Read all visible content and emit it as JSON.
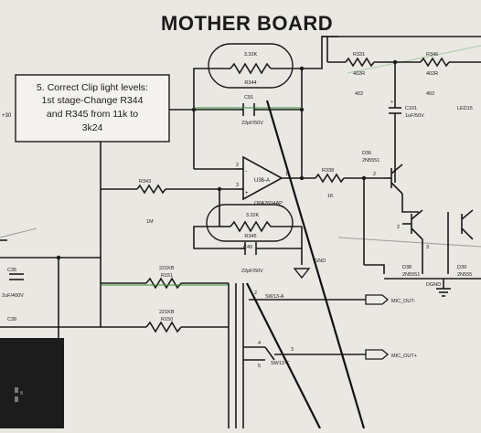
{
  "title": "MOTHER BOARD",
  "note": {
    "lines": [
      "5. Correct Clip light levels:",
      "1st stage-Change R344",
      "and R345 from 11k to",
      "3k24"
    ]
  },
  "edge_labels": {
    "plus_30": "+30"
  },
  "opamp": {
    "ref": "U36-A",
    "part": "OPA2604AP",
    "pin_minus": "2",
    "pin_plus": "3",
    "pin_out": "1",
    "sym_minus": "-",
    "sym_plus": "+"
  },
  "r344": {
    "value": "3.32K",
    "ref": "R344"
  },
  "r345": {
    "value": "3.32K",
    "ref": "R345"
  },
  "c91": {
    "ref": "C91",
    "value": "22pF/50V"
  },
  "c49": {
    "ref": "C49",
    "value": "22pF/50V"
  },
  "r343": {
    "ref": "R343",
    "value": "1M"
  },
  "r338": {
    "ref": "R338",
    "value": "1K"
  },
  "r331": {
    "ref": "R331",
    "value": "402R",
    "extra": "402"
  },
  "r346": {
    "ref": "R346",
    "value": "402R",
    "extra": "402"
  },
  "c101": {
    "ref": "C101",
    "value": "1uF/50V"
  },
  "led": {
    "ref": "LED15"
  },
  "d36": {
    "ref": "D36",
    "part": "2N5551",
    "pin": "2"
  },
  "d38": {
    "ref": "D38",
    "part": "2N5551",
    "pin_b": "2",
    "pin_e": "3"
  },
  "d39": {
    "ref": "D39",
    "part": "2N555"
  },
  "r151": {
    "value": "221KB",
    "ref": "R151"
  },
  "r150": {
    "value": "221KB",
    "ref": "R150"
  },
  "c35": {
    "ref": "C35",
    "value": "2uF/400V"
  },
  "c39": {
    "ref": "C39"
  },
  "sw13a": {
    "ref": "SW13-A",
    "pin": "2"
  },
  "sw13c": {
    "ref": "SW13-C",
    "pin_4": "4",
    "pin_5": "5",
    "pin_3": "3"
  },
  "ports": {
    "mic_minus": "MIC_OUT-",
    "mic_plus": "MIC_OUT+"
  },
  "grounds": {
    "gnd": "GND",
    "dgnd": "DGND"
  },
  "colors": {
    "paper": "#e9e8e3",
    "ink": "#1a1a1a",
    "dark_block": "#1c1c1c",
    "trace_green": "#3a8a3a"
  }
}
